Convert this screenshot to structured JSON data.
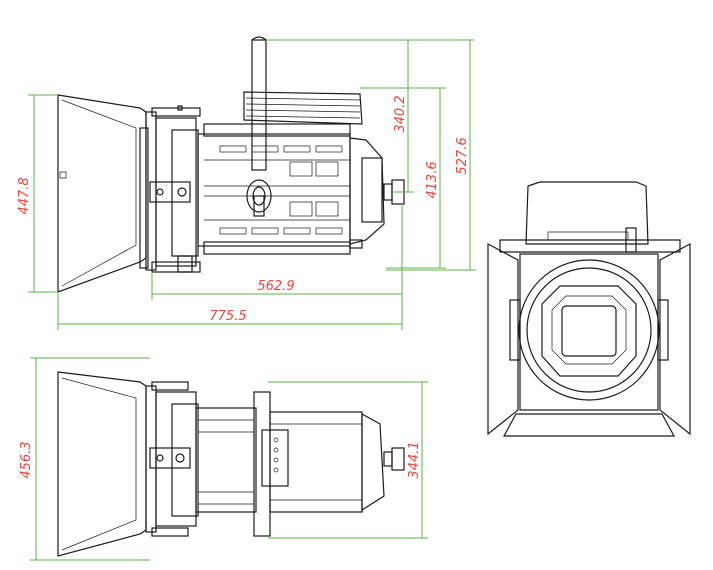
{
  "colors": {
    "dimension_line": "#5fb34a",
    "dimension_text": "#e8463a",
    "line_art": "#1b1b1b",
    "background": "#ffffff"
  },
  "dimensions": {
    "front_height": "447.8",
    "barn_top_height": "340.2",
    "body_height": "413.6",
    "total_height": "527.6",
    "body_length": "562.9",
    "total_length": "775.5",
    "bottom_height": "456.3",
    "bottom_body_height": "344.1"
  }
}
